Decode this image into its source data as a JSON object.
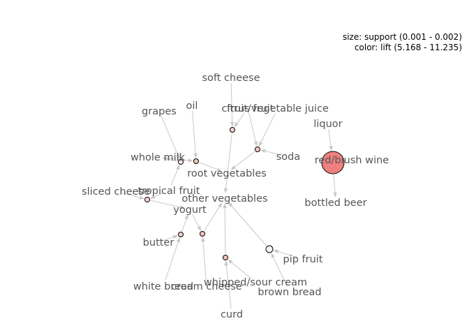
{
  "legend": {
    "size_line": "size: support (0.001 - 0.002)",
    "color_line": "color: lift (5.168 - 11.235)"
  },
  "items": [
    {
      "id": "soft-cheese",
      "label": "soft cheese"
    },
    {
      "id": "oil",
      "label": "oil"
    },
    {
      "id": "citrus-fruit",
      "label": "citrus fruit"
    },
    {
      "id": "fruit-vegetable-juice",
      "label": "fruit/vegetable juice"
    },
    {
      "id": "grapes",
      "label": "grapes"
    },
    {
      "id": "liquor",
      "label": "liquor"
    },
    {
      "id": "whole-milk",
      "label": "whole milk"
    },
    {
      "id": "soda",
      "label": "soda"
    },
    {
      "id": "red-blush-wine",
      "label": "red/blush wine"
    },
    {
      "id": "root-vegetables",
      "label": "root vegetables"
    },
    {
      "id": "sliced-cheese",
      "label": "sliced cheese"
    },
    {
      "id": "tropical-fruit",
      "label": "tropical fruit"
    },
    {
      "id": "other-vegetables",
      "label": "other vegetables"
    },
    {
      "id": "bottled-beer",
      "label": "bottled beer"
    },
    {
      "id": "yogurt",
      "label": "yogurt"
    },
    {
      "id": "butter",
      "label": "butter"
    },
    {
      "id": "pip-fruit",
      "label": "pip fruit"
    },
    {
      "id": "whipped-sour-cream",
      "label": "whipped/sour cream"
    },
    {
      "id": "white-bread",
      "label": "white bread"
    },
    {
      "id": "cream-cheese",
      "label": "cream cheese"
    },
    {
      "id": "brown-bread",
      "label": "brown bread"
    },
    {
      "id": "curd",
      "label": "curd"
    }
  ],
  "rules": [
    {
      "id": "r1",
      "support_size": "small",
      "lift_color": "#f7d0cc"
    },
    {
      "id": "r2",
      "support_size": "small",
      "lift_color": "#f6c7c2"
    },
    {
      "id": "r3",
      "support_size": "small",
      "lift_color": "#f5c2bd"
    },
    {
      "id": "r4",
      "support_size": "small",
      "lift_color": "#fde6e3"
    },
    {
      "id": "r5",
      "support_size": "small",
      "lift_color": "#f8d3cf"
    },
    {
      "id": "r6",
      "support_size": "small",
      "lift_color": "#f7ccc7"
    },
    {
      "id": "r7",
      "support_size": "small",
      "lift_color": "#f5c3be"
    },
    {
      "id": "r8",
      "support_size": "small",
      "lift_color": "#f4c0bb"
    },
    {
      "id": "r9",
      "support_size": "medium",
      "lift_color": "#fdf3f2"
    },
    {
      "id": "r10",
      "support_size": "large",
      "lift_color": "#f08080"
    }
  ],
  "edges": [
    [
      "soft-cheese",
      "r1"
    ],
    [
      "citrus-fruit",
      "r1"
    ],
    [
      "r1",
      "other-vegetables"
    ],
    [
      "fruit-vegetable-juice",
      "r2"
    ],
    [
      "citrus-fruit",
      "r2"
    ],
    [
      "soda",
      "r2"
    ],
    [
      "r2",
      "root-vegetables"
    ],
    [
      "oil",
      "r3"
    ],
    [
      "whole-milk",
      "r3"
    ],
    [
      "r3",
      "root-vegetables"
    ],
    [
      "grapes",
      "r4"
    ],
    [
      "tropical-fruit",
      "r4"
    ],
    [
      "r4",
      "whole-milk"
    ],
    [
      "sliced-cheese",
      "r5"
    ],
    [
      "tropical-fruit",
      "r5"
    ],
    [
      "r5",
      "yogurt"
    ],
    [
      "white-bread",
      "r6"
    ],
    [
      "butter",
      "r6"
    ],
    [
      "r6",
      "yogurt"
    ],
    [
      "cream-cheese",
      "r7"
    ],
    [
      "yogurt",
      "r7"
    ],
    [
      "r7",
      "other-vegetables"
    ],
    [
      "curd",
      "r8"
    ],
    [
      "whipped-sour-cream",
      "r8"
    ],
    [
      "r8",
      "other-vegetables"
    ],
    [
      "pip-fruit",
      "r9"
    ],
    [
      "brown-bread",
      "r9"
    ],
    [
      "r9",
      "other-vegetables"
    ],
    [
      "liquor",
      "r10"
    ],
    [
      "r10",
      "bottled-beer"
    ]
  ]
}
